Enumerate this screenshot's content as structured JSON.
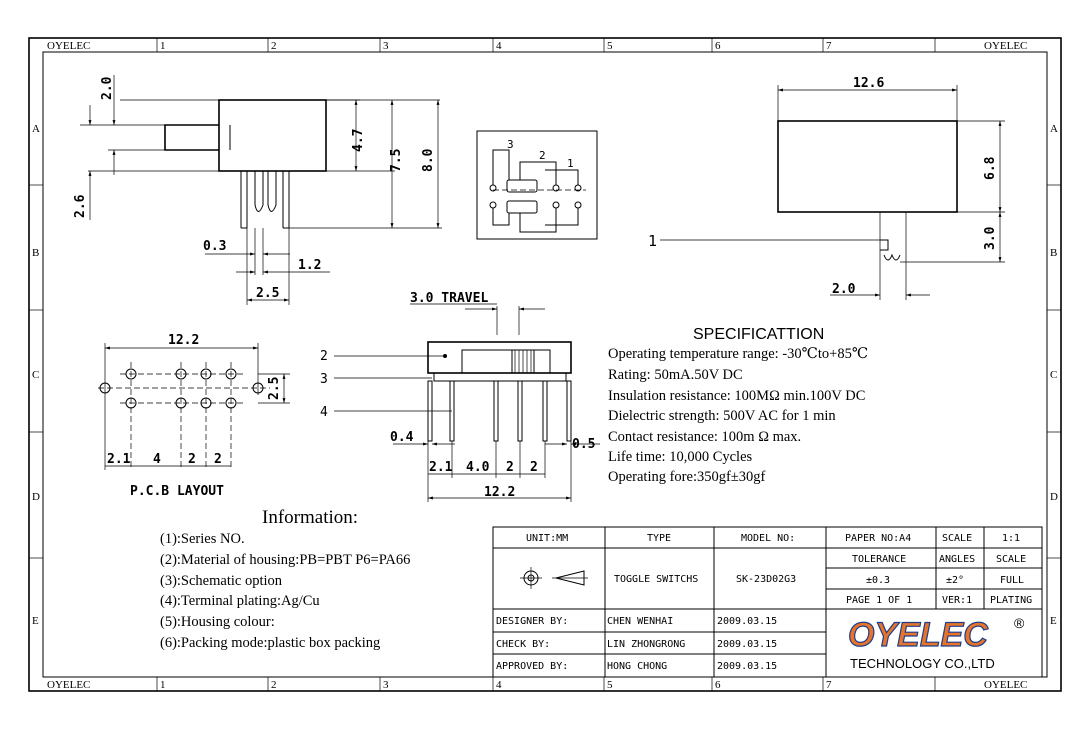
{
  "frame": {
    "corner_label": "OYELEC",
    "columns": [
      "1",
      "2",
      "3",
      "4",
      "5",
      "6",
      "7"
    ],
    "rows": [
      "A",
      "B",
      "C",
      "D",
      "E"
    ]
  },
  "side_view": {
    "dim_2_0": "2.0",
    "dim_4_7": "4.7",
    "dim_7_5": "7.5",
    "dim_8_0": "8.0",
    "dim_2_6": "2.6",
    "dim_0_3": "0.3",
    "dim_1_2": "1.2",
    "dim_2_5": "2.5"
  },
  "schematic": {
    "label_3": "3",
    "label_2": "2",
    "label_1": "1"
  },
  "top_view": {
    "dim_12_6": "12.6",
    "dim_6_8": "6.8",
    "dim_3_0": "3.0",
    "dim_2_0": "2.0",
    "pin_label": "1"
  },
  "pcb_layout": {
    "dim_12_2": "12.2",
    "dim_2_5": "2.5",
    "dim_2_1": "2.1",
    "dim_4": "4",
    "dim_2a": "2",
    "dim_2b": "2",
    "title": "P.C.B LAYOUT"
  },
  "front_view": {
    "travel": "3.0 TRAVEL",
    "callouts": [
      "2",
      "3",
      "4"
    ],
    "dim_0_4": "0.4",
    "dim_0_5": "0.5",
    "dim_2_1": "2.1",
    "dim_4_0": "4.0",
    "dim_2a": "2",
    "dim_2b": "2",
    "dim_12_2": "12.2"
  },
  "specification": {
    "title": "SPECIFICATTION",
    "lines": [
      "Operating temperature range: -30℃to+85℃",
      "Rating: 50mA.50V DC",
      "Insulation resistance: 100MΩ min.100V DC",
      "Dielectric strength: 500V AC for 1 min",
      "Contact resistance: 100m Ω max.",
      "Life time: 10,000 Cycles",
      "Operating fore:350gf±30gf"
    ]
  },
  "information": {
    "title": "Information:",
    "lines": [
      "(1):Series NO.",
      "(2):Material of housing:PB=PBT P6=PA66",
      "(3):Schematic option",
      "(4):Terminal plating:Ag/Cu",
      "(5):Housing colour:",
      "(6):Packing mode:plastic box packing"
    ]
  },
  "title_block": {
    "unit": "UNIT:MM",
    "type_header": "TYPE",
    "model_header": "MODEL NO:",
    "paper": "PAPER NO:A4",
    "scale_label": "SCALE",
    "scale_value": "1:1",
    "tolerance_label": "TOLERANCE",
    "angles_label": "ANGLES",
    "scale_label2": "SCALE",
    "type_value": "TOGGLE SWITCHS",
    "model_value": "SK-23D02G3",
    "tolerance_value": "±0.3",
    "angles_value": "±2°",
    "full": "FULL",
    "page": "PAGE 1 OF 1",
    "ver": "VER:1",
    "plating": "PLATING",
    "designer_label": "DESIGNER BY:",
    "designer": "CHEN WENHAI",
    "designer_date": "2009.03.15",
    "check_label": "CHECK BY:",
    "checker": "LIN ZHONGRONG",
    "check_date": "2009.03.15",
    "approved_label": "APPROVED BY:",
    "approver": "HONG CHONG",
    "approved_date": "2009.03.15",
    "logo_text": "OYELEC",
    "logo_reg": "®",
    "company": "TECHNOLOGY CO.,LTD",
    "logo_color": "#e8732a",
    "logo_dark": "#1c3f8c"
  }
}
